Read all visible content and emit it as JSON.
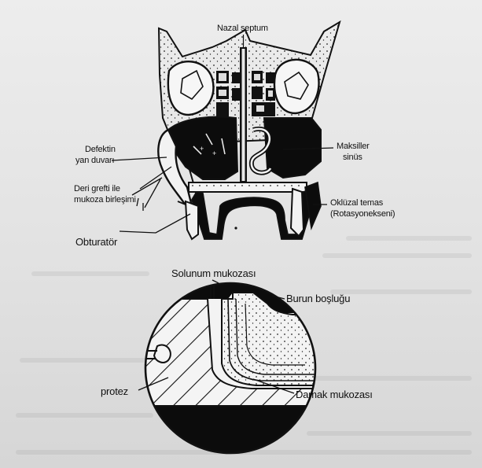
{
  "labels": {
    "nasal_septum": "Nazal septum",
    "defective_wall_1": "Defektin",
    "defective_wall_2": "yan duvarı",
    "skin_graft_1": "Deri grefti ile",
    "skin_graft_2": "mukoza birleşimi",
    "maxillary_sinus_1": "Maksiller",
    "maxillary_sinus_2": "sinüs",
    "occlusal_contact_1": "Oklüzal temas",
    "occlusal_contact_2": "(Rotasyonekseni)",
    "obturator": "Obturatör",
    "respiratory_mucosa": "Solunum mukozası",
    "nasal_cavity": "Burun boşluğu",
    "prosthesis": "protez",
    "palatal_mucosa": "Damak mukozası"
  }
}
